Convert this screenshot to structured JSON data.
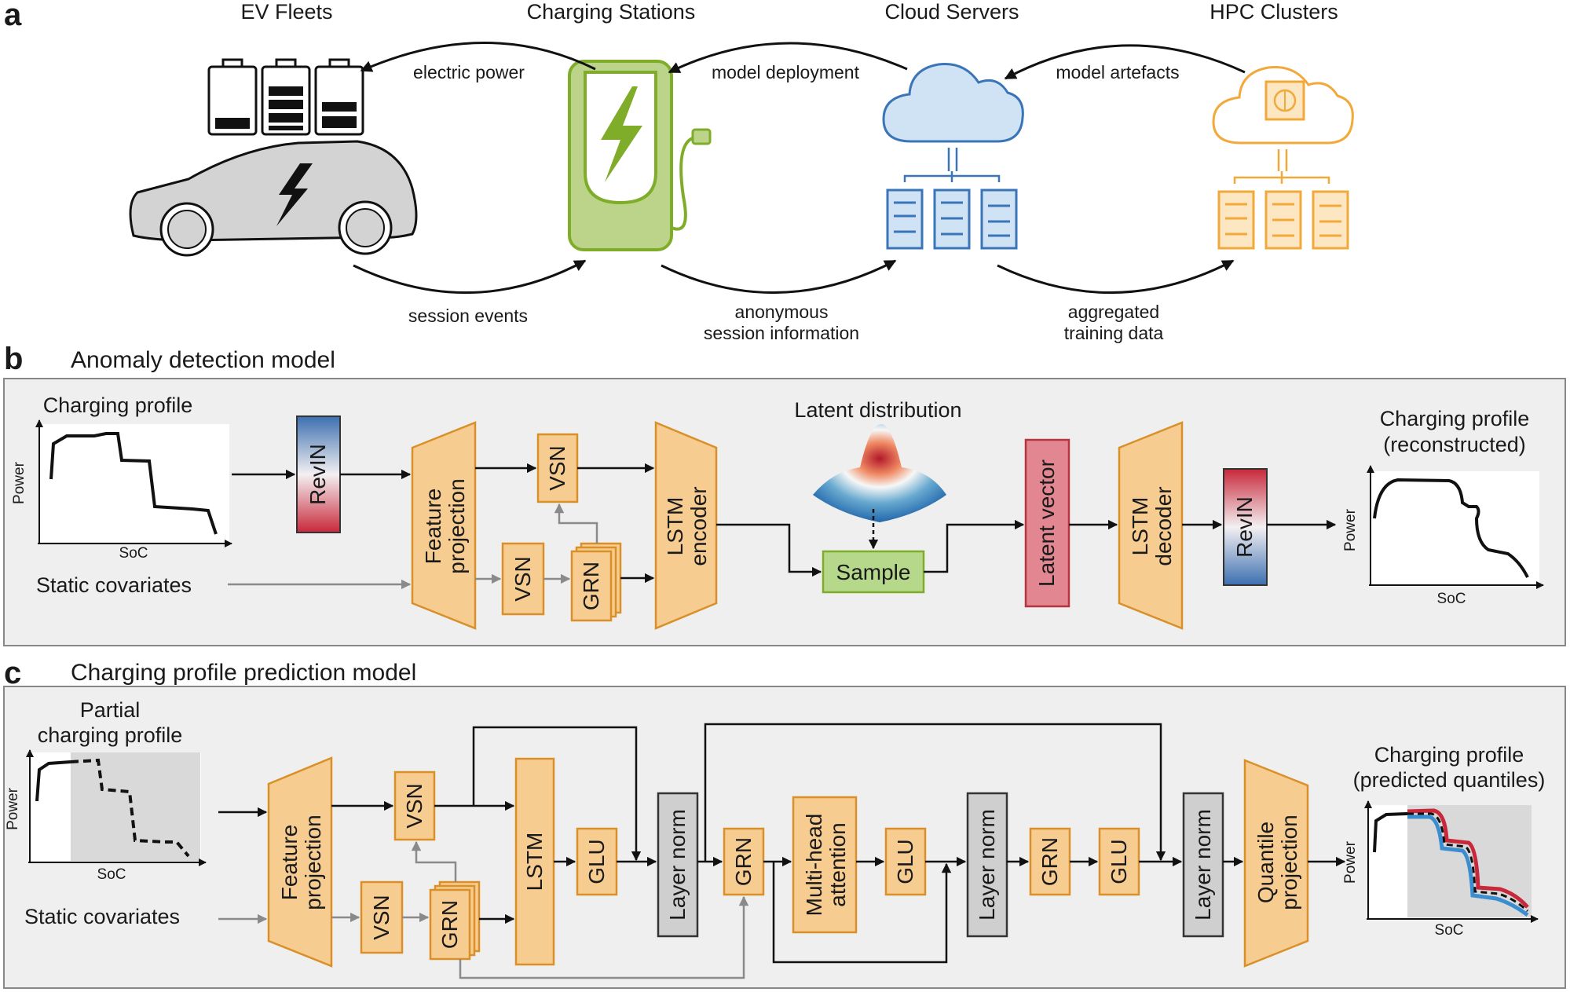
{
  "panel_a": {
    "letter": "a",
    "headers": [
      "EV Fleets",
      "Charging Stations",
      "Cloud Servers",
      "HPC Clusters"
    ],
    "arrows_top": [
      "electric power",
      "model deployment",
      "model artefacts"
    ],
    "arrows_bottom": {
      "session": "session events",
      "anon1": "anonymous",
      "anon2": "session information",
      "agg1": "aggregated",
      "agg2": "training data"
    },
    "colors": {
      "green": "#7fad2a",
      "blue": "#3a75b8",
      "orange": "#f2a93b",
      "car": "#d3d3d3"
    }
  },
  "panel_b": {
    "letter": "b",
    "title": "Anomaly detection model",
    "input_title": "Charging profile",
    "static": "Static covariates",
    "blocks": {
      "revin": "RevIN",
      "feature1": "Feature",
      "feature2": "projection",
      "vsn": "VSN",
      "grn": "GRN",
      "lstm1": "LSTM",
      "lstm2": "encoder",
      "latent_dist": "Latent distribution",
      "sample": "Sample",
      "latent_vec": "Latent vector",
      "dec1": "LSTM",
      "dec2": "decoder"
    },
    "output_title1": "Charging profile",
    "output_title2": "(reconstructed)",
    "axis_y": "Power",
    "axis_x": "SoC"
  },
  "panel_c": {
    "letter": "c",
    "title": "Charging profile prediction model",
    "input_title1": "Partial",
    "input_title2": "charging profile",
    "static": "Static covariates",
    "blocks": {
      "feature1": "Feature",
      "feature2": "projection",
      "vsn": "VSN",
      "grn": "GRN",
      "lstm": "LSTM",
      "glu": "GLU",
      "layernorm": "Layer norm",
      "mha1": "Multi-head",
      "mha2": "attention",
      "quant1": "Quantile",
      "quant2": "projection"
    },
    "output_title1": "Charging profile",
    "output_title2": "(predicted quantiles)",
    "axis_y": "Power",
    "axis_x": "SoC"
  }
}
